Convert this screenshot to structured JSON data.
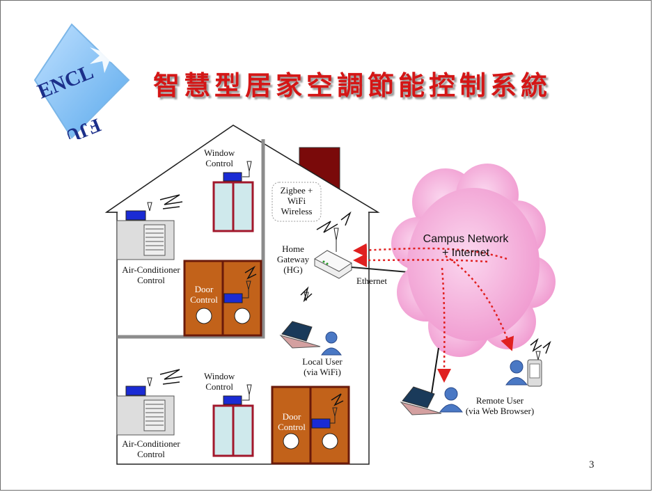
{
  "logo": {
    "text_top": "ENCL",
    "text_bottom": "FJU"
  },
  "title": "智慧型居家空調節能控制系統",
  "labels": {
    "window_control_upper": [
      "Window",
      "Control"
    ],
    "window_control_lower": [
      "Window",
      "Control"
    ],
    "zigbee_bubble": [
      "Zigbee +",
      "WiFi",
      "Wireless"
    ],
    "home_gateway": [
      "Home",
      "Gateway",
      "(HG)"
    ],
    "ac_upper": [
      "Air-Conditioner",
      "Control"
    ],
    "ac_lower": [
      "Air-Conditioner",
      "Control"
    ],
    "door_upper": [
      "Door",
      "Control"
    ],
    "door_lower": [
      "Door",
      "Control"
    ],
    "ethernet": "Ethernet",
    "cloud": [
      "Campus Network",
      "+ Internet"
    ],
    "local_user": [
      "Local User",
      "(via WiFi)"
    ],
    "remote_user": [
      "Remote User",
      "(via Web Browser)"
    ]
  },
  "page_number": "3",
  "colors": {
    "title": "#d41616",
    "door": "#c2621a",
    "window_glass": "#cfe9ec",
    "sensor": "#1a2bd4",
    "chimney": "#7a0a0a",
    "cloud": "#f2a4d6",
    "arrow": "#e02020"
  }
}
